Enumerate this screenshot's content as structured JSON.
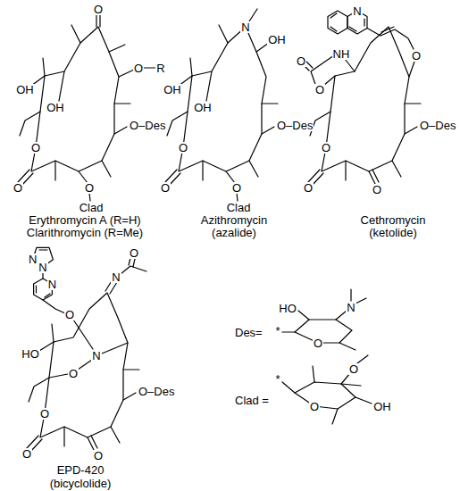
{
  "diagram": {
    "labels": [
      "O",
      "O",
      "R",
      "OH",
      "OH",
      "O–Des",
      "O",
      "O",
      "O",
      "Clad",
      "Erythromycin A (R=H)",
      "Clarithromycin (R=Me)",
      "N",
      "OH",
      "OH",
      "OH",
      "O–Des",
      "O",
      "O",
      "O",
      "Clad",
      "Azithromycin",
      "(azalide)",
      "N",
      "O",
      "NH",
      "O",
      "O",
      "O–Des",
      "O",
      "O",
      "O",
      "Cethromycin",
      "(ketolide)",
      "N",
      "N",
      "N",
      "O",
      "N",
      "O",
      "N",
      "O",
      "HO",
      "O",
      "O–Des",
      "O",
      "O",
      "EPD-420",
      "(bicyclolide)",
      "HO",
      "N",
      "O",
      "*",
      "Des=",
      "O",
      "*",
      "O",
      "OH",
      "Clad ="
    ]
  }
}
